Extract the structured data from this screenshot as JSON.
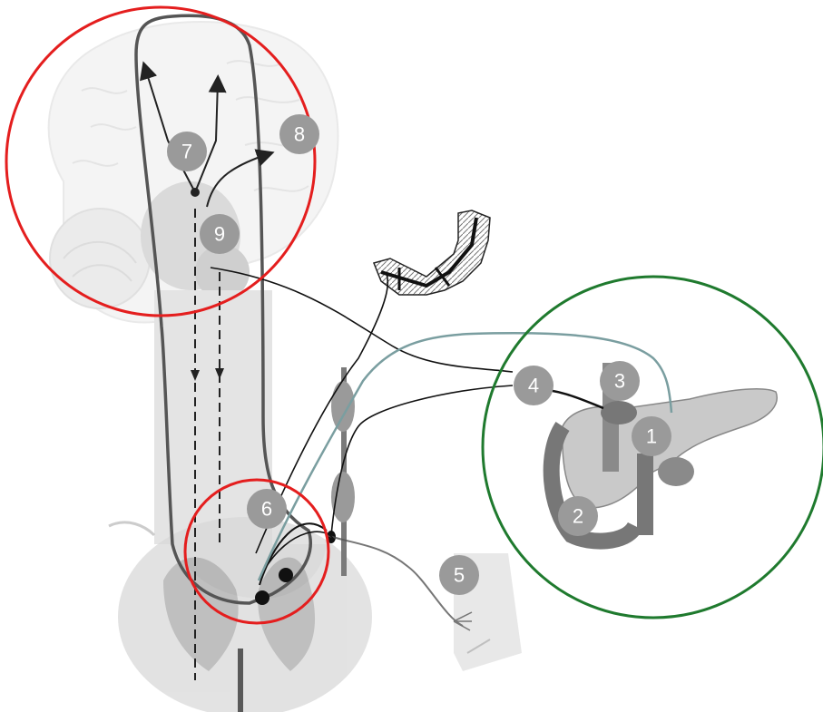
{
  "markers": [
    {
      "id": "1",
      "label": "1"
    },
    {
      "id": "2",
      "label": "2"
    },
    {
      "id": "3",
      "label": "3"
    },
    {
      "id": "4",
      "label": "4"
    },
    {
      "id": "5",
      "label": "5"
    },
    {
      "id": "6",
      "label": "6"
    },
    {
      "id": "7",
      "label": "7"
    },
    {
      "id": "8",
      "label": "8"
    },
    {
      "id": "9",
      "label": "9"
    }
  ],
  "colors": {
    "brain_circle": "#e41e1e",
    "spinal_circle": "#e41e1e",
    "pancreas_circle": "#1f7a2e",
    "vagal_fiber": "#7a9ea0",
    "nerve_fiber": "#111111",
    "marker_fill": "#9a9a9a"
  }
}
